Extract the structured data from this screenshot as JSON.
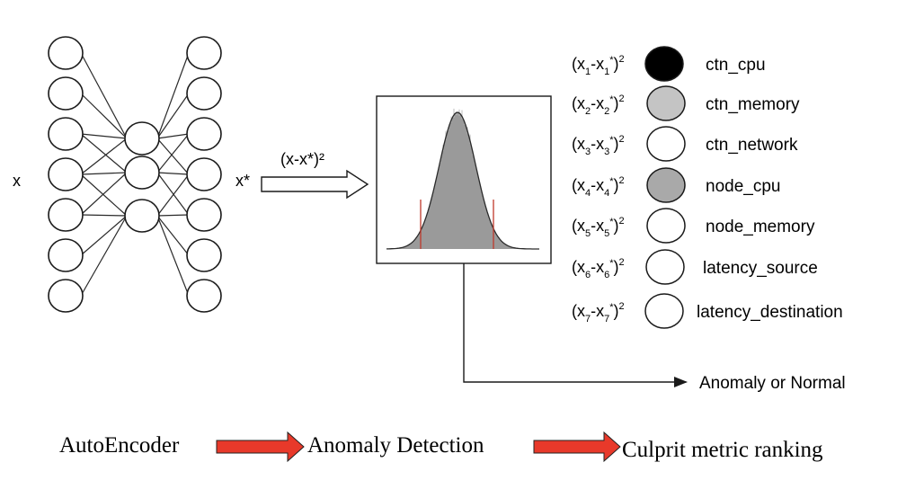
{
  "network": {
    "input_label": "x",
    "output_label": "x*",
    "error_label": "(x-x*)²",
    "input_nodes": 7,
    "hidden_nodes": 3,
    "output_nodes": 7
  },
  "metrics": [
    {
      "index": "1",
      "label": "ctn_cpu",
      "fill": "#000000"
    },
    {
      "index": "2",
      "label": "ctn_memory",
      "fill": "#c4c4c4"
    },
    {
      "index": "3",
      "label": "ctn_network",
      "fill": "#ffffff"
    },
    {
      "index": "4",
      "label": "node_cpu",
      "fill": "#a9a9a9"
    },
    {
      "index": "5",
      "label": "node_memory",
      "fill": "#ffffff"
    },
    {
      "index": "6",
      "label": "latency_source",
      "fill": "#ffffff"
    },
    {
      "index": "7",
      "label": "latency_destination",
      "fill": "#ffffff"
    }
  ],
  "result_label": "Anomaly or Normal",
  "pipeline": [
    {
      "label": "AutoEncoder"
    },
    {
      "label": "Anomaly Detection"
    },
    {
      "label": "Culprit metric ranking"
    }
  ],
  "colors": {
    "pipeline_arrow": "#e8392a",
    "histogram": "#9a9a9a",
    "threshold": "#c0392b"
  }
}
